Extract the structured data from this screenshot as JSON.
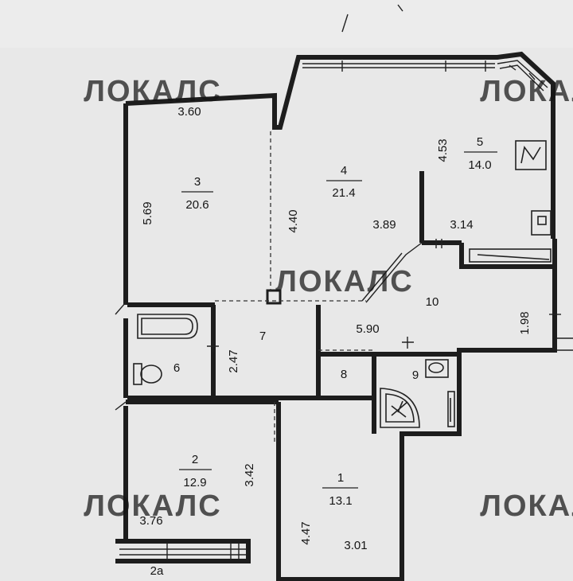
{
  "rooms": [
    {
      "id": "1",
      "area": "13.1"
    },
    {
      "id": "2",
      "area": "12.9"
    },
    {
      "id": "2a"
    },
    {
      "id": "3",
      "area": "20.6"
    },
    {
      "id": "4",
      "area": "21.4"
    },
    {
      "id": "5",
      "area": "14.0"
    },
    {
      "id": "6"
    },
    {
      "id": "7"
    },
    {
      "id": "8"
    },
    {
      "id": "9"
    },
    {
      "id": "10"
    }
  ],
  "dimensions": [
    "3.60",
    "5.69",
    "4.40",
    "3.89",
    "4.53",
    "3.14",
    "5.90",
    "1.98",
    "2.47",
    "3.42",
    "3.76",
    "4.47",
    "3.01"
  ],
  "watermark": "ЛОКАЛС"
}
